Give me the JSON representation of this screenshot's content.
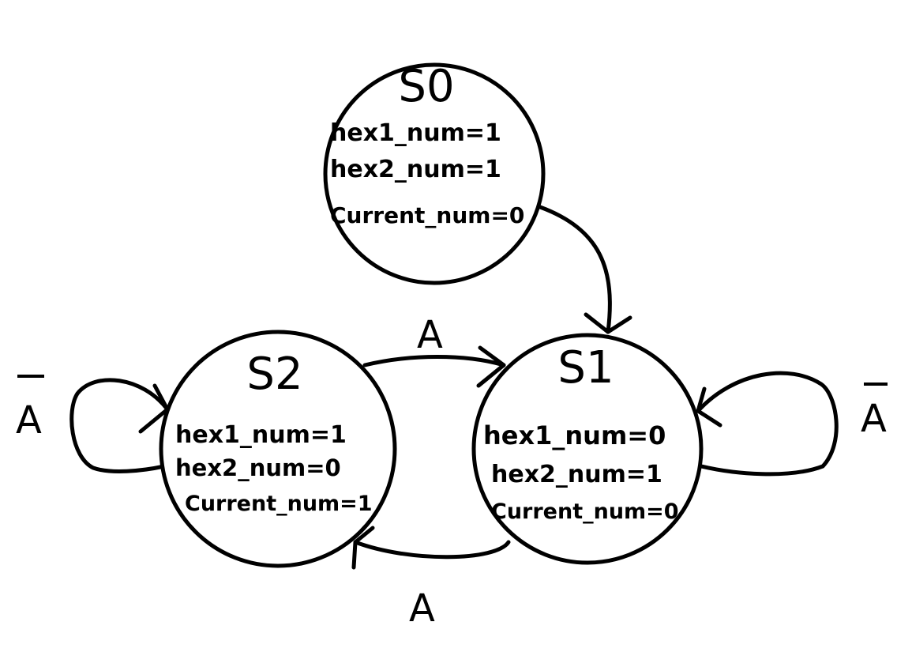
{
  "diagram": {
    "states": [
      {
        "id": "S0",
        "name": "S0",
        "vars": [
          "hex1_num=1",
          "hex2_num=1",
          "Current_num=0"
        ]
      },
      {
        "id": "S1",
        "name": "S1",
        "vars": [
          "hex1_num=0",
          "hex2_num=1",
          "Current_num=0"
        ]
      },
      {
        "id": "S2",
        "name": "S2",
        "vars": [
          "hex1_num=1",
          "hex2_num=0",
          "Current_num=1"
        ]
      }
    ],
    "transitions": [
      {
        "from": "S0",
        "to": "S1",
        "label": ""
      },
      {
        "from": "S2",
        "to": "S1",
        "label": "A"
      },
      {
        "from": "S1",
        "to": "S2",
        "label": "A"
      },
      {
        "from": "S1",
        "to": "S1",
        "label": "A",
        "overline": true
      },
      {
        "from": "S2",
        "to": "S2",
        "label": "A",
        "overline": true
      }
    ]
  }
}
